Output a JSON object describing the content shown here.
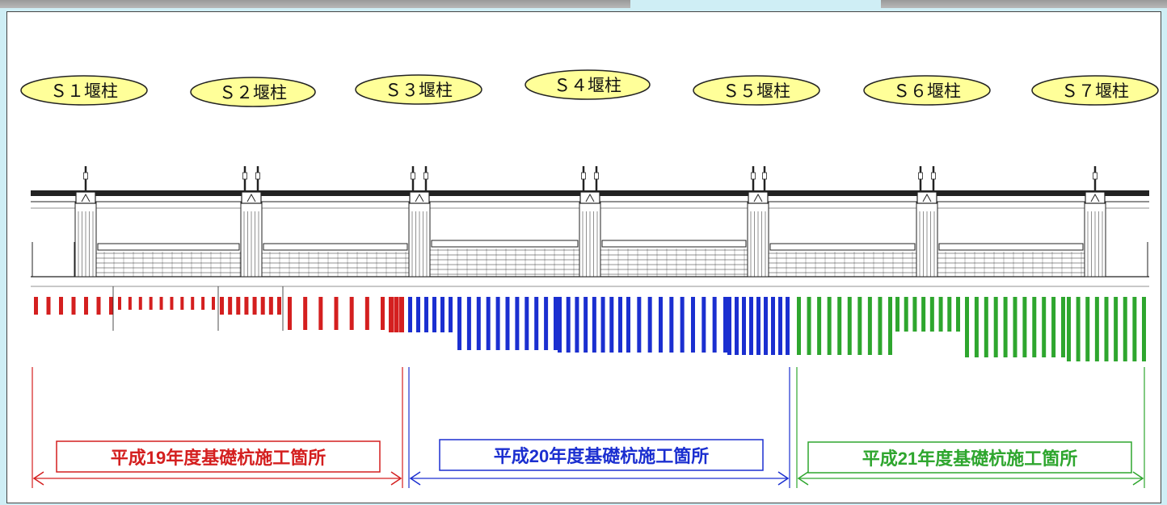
{
  "pier_labels": [
    "Ｓ１堰柱",
    "Ｓ２堰柱",
    "Ｓ３堰柱",
    "Ｓ４堰柱",
    "Ｓ５堰柱",
    "Ｓ６堰柱",
    "Ｓ７堰柱"
  ],
  "phases": [
    {
      "label": "平成19年度基礎杭施工箇所",
      "color": "#d41f1f"
    },
    {
      "label": "平成20年度基礎杭施工箇所",
      "color": "#1b2fd0"
    },
    {
      "label": "平成21年度基礎杭施工箇所",
      "color": "#2ea62e"
    }
  ],
  "colors": {
    "pill_fill": "#ffff99",
    "pill_stroke": "#222222",
    "structure": "#222222",
    "background": "#cfeef5"
  }
}
